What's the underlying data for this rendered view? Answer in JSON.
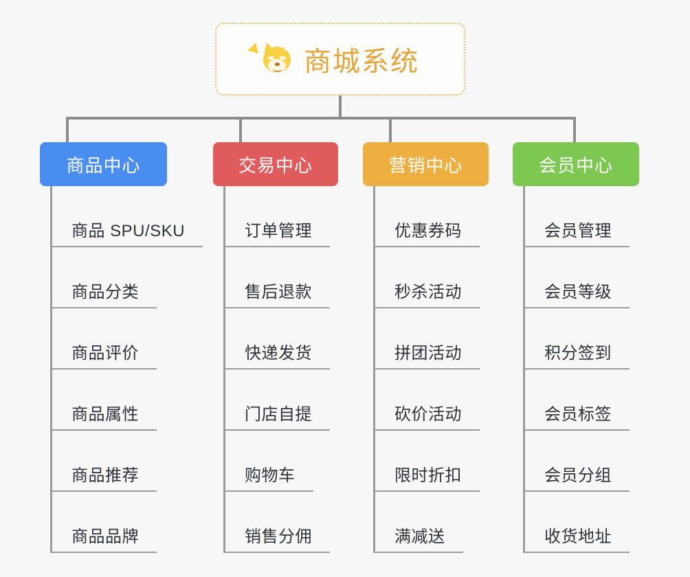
{
  "root": {
    "title": "商城系统",
    "emoji_name": "shiba-inu-face",
    "border_color": "#eab85a",
    "text_color": "#e3a63a"
  },
  "connector_color": "#8c8c8c",
  "background_color": "#f7f7f7",
  "columns": [
    {
      "title": "商品中心",
      "color": "#4a8df0",
      "items": [
        "商品 SPU/SKU",
        "商品分类",
        "商品评价",
        "商品属性",
        "商品推荐",
        "商品品牌"
      ]
    },
    {
      "title": "交易中心",
      "color": "#e05c5c",
      "items": [
        "订单管理",
        "售后退款",
        "快递发货",
        "门店自提",
        "购物车",
        "销售分佣"
      ]
    },
    {
      "title": "营销中心",
      "color": "#edaf40",
      "items": [
        "优惠券码",
        "秒杀活动",
        "拼团活动",
        "砍价活动",
        "限时折扣",
        "满减送"
      ]
    },
    {
      "title": "会员中心",
      "color": "#7cc850",
      "items": [
        "会员管理",
        "会员等级",
        "积分签到",
        "会员标签",
        "会员分组",
        "收货地址"
      ]
    }
  ]
}
